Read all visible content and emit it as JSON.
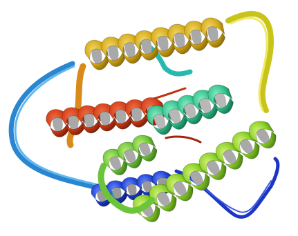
{
  "image": {
    "background": "#ffffff",
    "colors": {
      "blue": "#1a3fd0",
      "sky": "#3aa0e0",
      "cyan": "#26b9b0",
      "teal_green": "#2fc08a",
      "green": "#6cc43a",
      "lime": "#88cf28",
      "yellow": "#d9d22c",
      "gold": "#d4a817",
      "orange": "#d88a1a",
      "red": "#d23c16",
      "dark_red": "#8a1f0a",
      "grey_core": "#a9a9a9"
    },
    "helices": [
      {
        "name": "gold-helix",
        "color": "gold"
      },
      {
        "name": "red-helix",
        "color": "red"
      },
      {
        "name": "teal-helix",
        "color": "teal_green"
      },
      {
        "name": "green-helix",
        "color": "green"
      },
      {
        "name": "blue-helix",
        "color": "blue"
      }
    ]
  }
}
